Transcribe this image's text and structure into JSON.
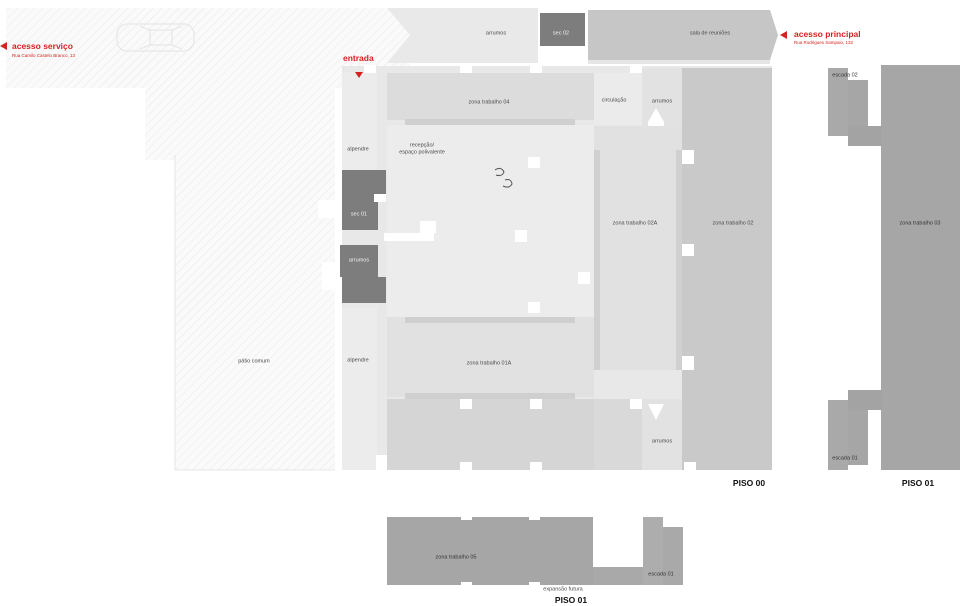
{
  "access": {
    "service": {
      "title": "acesso serviço",
      "address": "Rua Camilo Castelo Branco, 13"
    },
    "main": {
      "title": "acesso principal",
      "address": "Rua Rodrigues Sampaio, 132"
    },
    "entry": "entrada"
  },
  "rooms": {
    "arrumos_top": "arrumos",
    "sec02": "sec 02",
    "sala_reunioes": "sala de reuniões",
    "zona04": "zona trabalho 04",
    "circulacao": "circulação",
    "arrumos_right": "arrumos",
    "alpendre_top": "alpendre",
    "rececao_1": "recepção/",
    "rececao_2": "espaço polivalente",
    "sec01": "sec 01",
    "arrumos_left": "arrumos",
    "zona02a": "zona trabalho 02A",
    "zona02": "zona trabalho 02",
    "patio": "pátio comum",
    "alpendre_bottom": "alpendre",
    "zona01a": "zona trabalho 01A",
    "arrumos_bottom": "arrumos",
    "escada02": "escada 02",
    "zona03": "zona trabalho 03",
    "escada01_side": "escada 01",
    "zona05": "zona trabalho 05",
    "escada01_bottom": "escada 01",
    "expansao": "expansão futura"
  },
  "floors": {
    "piso00": "PISO 00",
    "piso01_side": "PISO 01",
    "piso01_bottom": "PISO 01"
  },
  "colors": {
    "accent": "#d6221f",
    "dark_gray": "#7d7d7d",
    "mid_gray": "#a6a6a6",
    "light_gray": "#d3d3d3",
    "pale_gray": "#e9e9e9"
  }
}
